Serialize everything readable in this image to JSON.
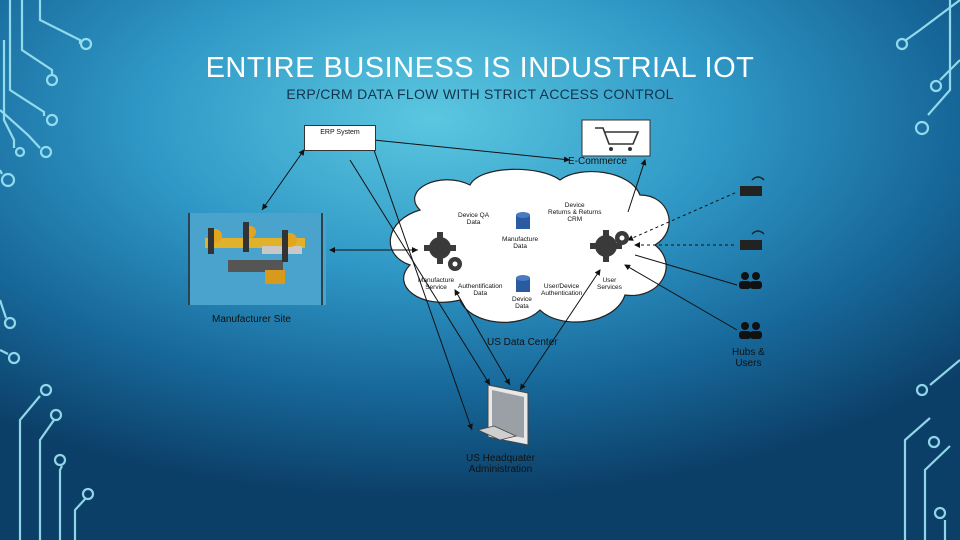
{
  "slide": {
    "title": "ENTIRE BUSINESS IS INDUSTRIAL IOT",
    "subtitle": "ERP/CRM DATA FLOW WITH STRICT ACCESS CONTROL"
  },
  "diagram": {
    "erp_system": "ERP System",
    "ecommerce": "E-Commerce",
    "manufacturer_site": "Manufacturer Site",
    "data_center": "US Data Center",
    "hq": [
      "US Headquater",
      "Administration"
    ],
    "hubs_users": [
      "Hubs &",
      "Users"
    ],
    "cloud_labels": {
      "device_qa_data": [
        "Device QA",
        "Data"
      ],
      "device_returns_crm": [
        "Device",
        "Returns & Returns",
        "CRM"
      ],
      "manufacture_data": [
        "Manufacture",
        "Data"
      ],
      "manufacture_service": [
        "Manufacture",
        "Service"
      ],
      "authentification_data": [
        "Authentification",
        "Data"
      ],
      "user_device_authentication": [
        "User/Device",
        "Authentication"
      ],
      "user_services": [
        "User",
        "Services"
      ],
      "device_data": [
        "Device",
        "Data"
      ]
    },
    "colors": {
      "background": "#2f98c6",
      "circuit": "#9fe6f5",
      "cloud": "#ffffff"
    },
    "icons": [
      "shopping-cart-icon",
      "router-icon",
      "users-icon",
      "gear-icon",
      "database-icon",
      "computer-monitor-icon",
      "robot-arm-icon"
    ]
  }
}
